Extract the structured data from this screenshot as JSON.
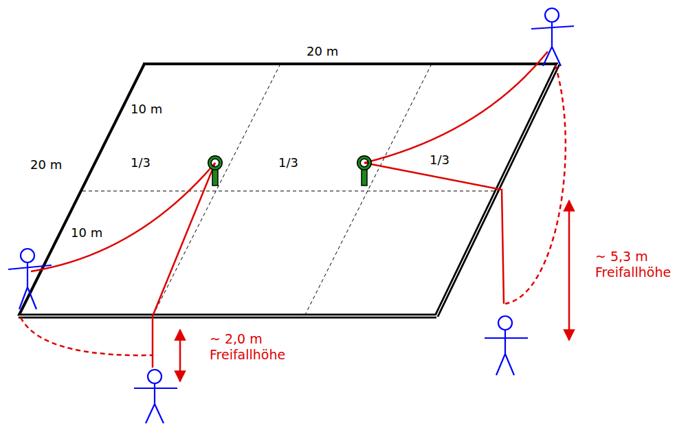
{
  "diagram": {
    "labels": [
      "20 m",
      "20 m",
      "10 m",
      "1/3",
      "1/3",
      "1/3",
      "10 m",
      "~ 2,0 m Freifallhöhe",
      "~ 5,3 m Freifallhöhe"
    ]
  }
}
